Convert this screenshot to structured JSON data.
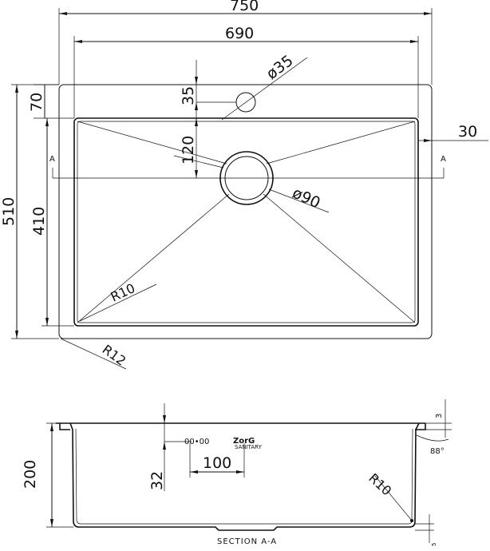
{
  "plan_view": {
    "overall_width": "750",
    "bowl_width": "690",
    "tap_hole_diameter": "ø35",
    "tap_hole_offset": "35",
    "back_ledge": "70",
    "drain_offset": "120",
    "drain_diameter": "ø90",
    "overall_depth": "510",
    "bowl_depth": "410",
    "side_margin": "30",
    "inner_radius": "R10",
    "outer_radius": "R12",
    "section_marker_left": "A",
    "section_marker_right": "A"
  },
  "section_view": {
    "title": "SECTION A-A",
    "bowl_height": "200",
    "overflow_height": "32",
    "overflow_width": "100",
    "rim_thickness": "3",
    "rim_angle": "88°",
    "bottom_radius": "R10",
    "bottom_step": "5",
    "logo_text": "ZorG",
    "logo_subtext": "SANITARY",
    "overflow_slots": "00•00"
  }
}
